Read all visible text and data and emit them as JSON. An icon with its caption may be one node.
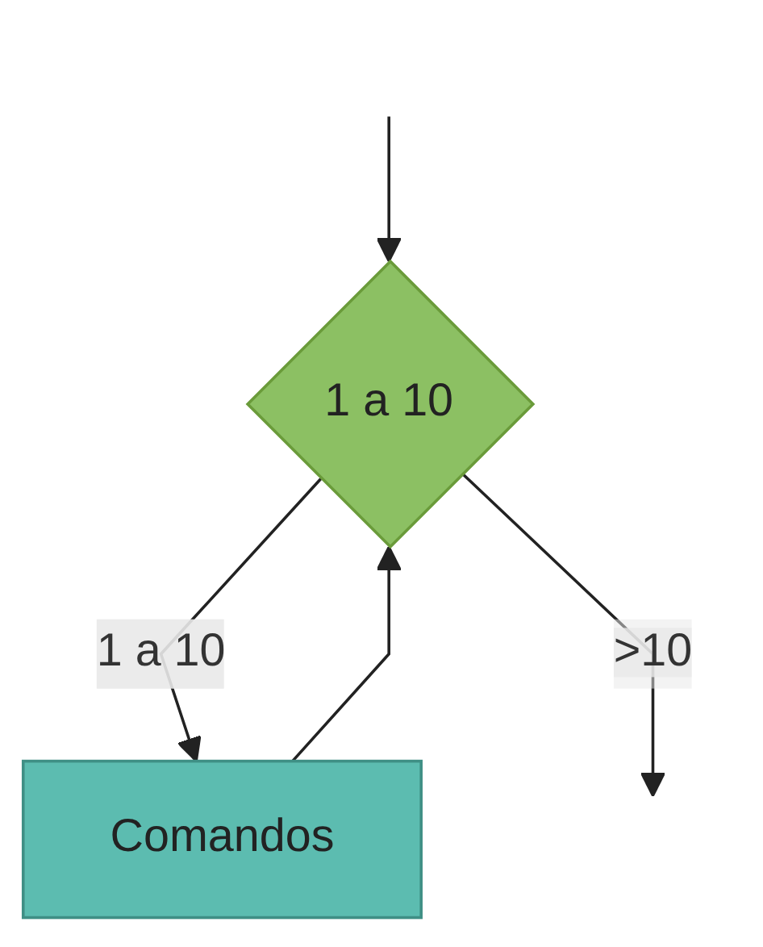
{
  "diagram": {
    "nodes": [
      {
        "text": [
          "1 a 10"
        ]
      },
      {
        "text": [
          "Comandos"
        ]
      }
    ],
    "edges": [
      {
        "from": null,
        "to": 0,
        "arrow": "to"
      },
      {
        "from": 1,
        "to": 0,
        "arrow": "to"
      },
      {
        "from": 0,
        "to": 1,
        "label": "1 a 10",
        "arrow": "to"
      },
      {
        "from": 0,
        "to": null,
        "label": ">10",
        "arrow": "to"
      }
    ]
  }
}
